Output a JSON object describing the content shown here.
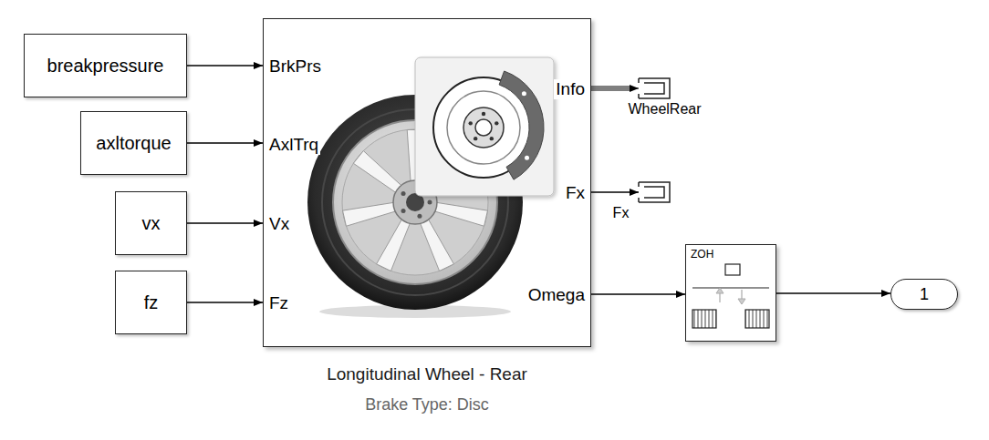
{
  "diagram": {
    "nodes": [
      {
        "text": [
          "breakpressure"
        ]
      },
      {
        "text": [
          "axltorque"
        ]
      },
      {
        "text": [
          "vx"
        ]
      },
      {
        "text": [
          "fz"
        ]
      },
      {
        "text": [
          "BrkPrs",
          "AxlTrq",
          "Vx",
          "Fz",
          "Info",
          "Fx",
          "Omega",
          "Longitudinal Wheel - Rear",
          "Brake Type: Disc"
        ]
      },
      {
        "text": [
          "WheelRear"
        ]
      },
      {
        "text": [
          "Fx"
        ]
      },
      {
        "text": [
          "ZOH"
        ]
      },
      {
        "text": [
          "1"
        ]
      }
    ],
    "edges": [
      {
        "from": 0,
        "to": 4,
        "arrow": "to"
      },
      {
        "from": 1,
        "to": 4,
        "arrow": "to"
      },
      {
        "from": 2,
        "to": 4,
        "arrow": "to"
      },
      {
        "from": 3,
        "to": 4,
        "arrow": "to"
      },
      {
        "from": 4,
        "to": 5,
        "arrow": "to"
      },
      {
        "from": 4,
        "to": 6,
        "arrow": "to"
      },
      {
        "from": 4,
        "to": 7,
        "arrow": "to"
      },
      {
        "from": 7,
        "to": 8,
        "arrow": "to"
      }
    ]
  }
}
